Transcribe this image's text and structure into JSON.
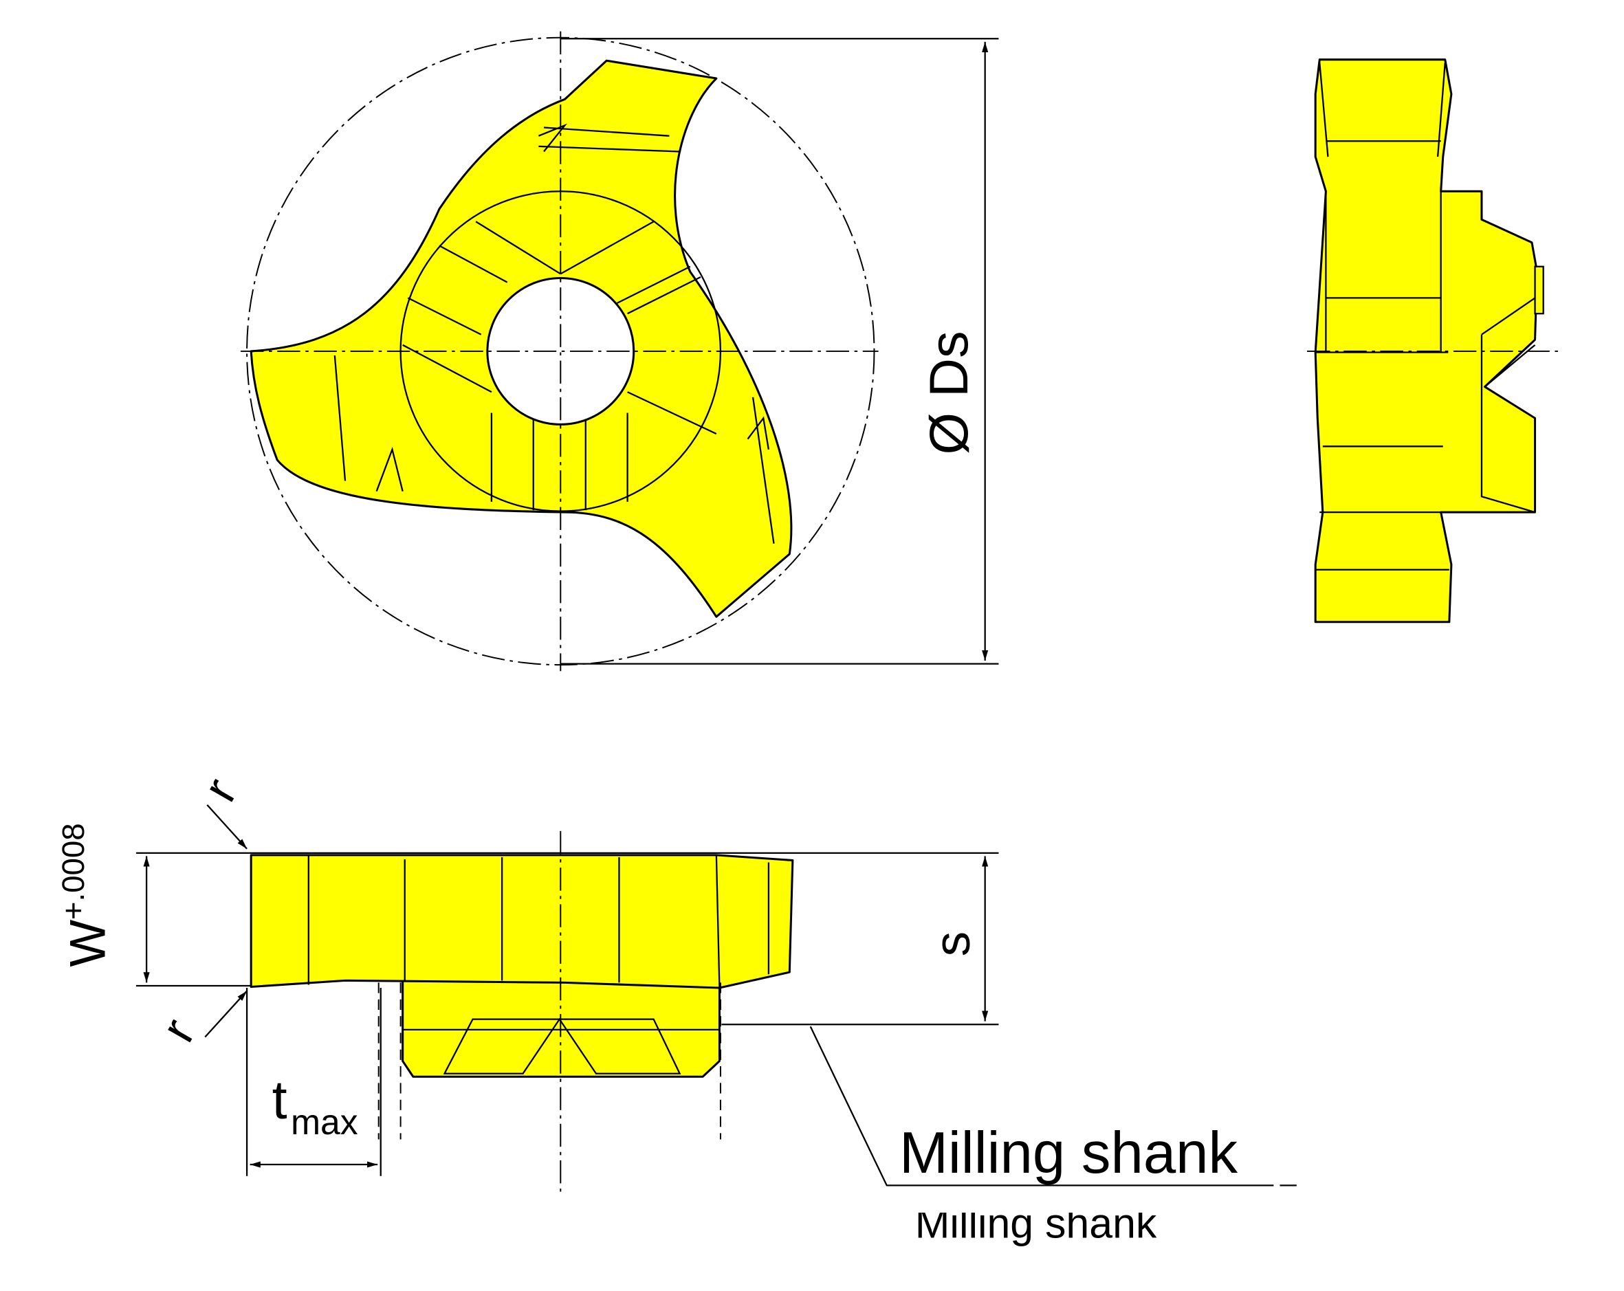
{
  "drawing": {
    "diameter_label": "Ø Ds",
    "radius_top_label": "r",
    "radius_bottom_label": "r",
    "width_label": "W",
    "width_tolerance": "+.0008",
    "thickness_label": "s",
    "depth_label": "t",
    "depth_subscript": "max",
    "shank_label": "Milling shank",
    "shank_label_duplicate": "Milling shank",
    "insert_color": "#ffff00"
  }
}
